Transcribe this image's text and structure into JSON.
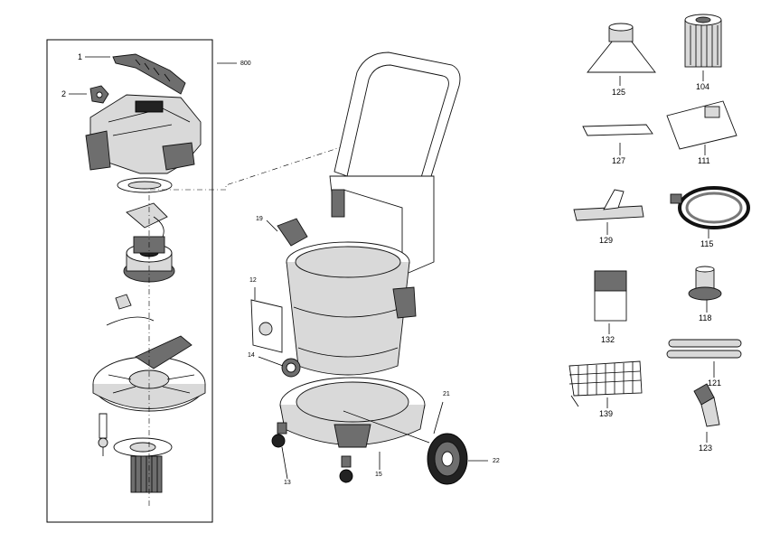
{
  "labels": {
    "p1": "1",
    "p2": "2",
    "p800": "800",
    "p12": "12",
    "p13": "13",
    "p14": "14",
    "p15": "15",
    "p19": "19",
    "p21": "21",
    "p22": "22",
    "p125": "125",
    "p104": "104",
    "p127": "127",
    "p111": "111",
    "p129": "129",
    "p115": "115",
    "p132": "132",
    "p118": "118",
    "p121": "121",
    "p139": "139",
    "p123": "123"
  }
}
